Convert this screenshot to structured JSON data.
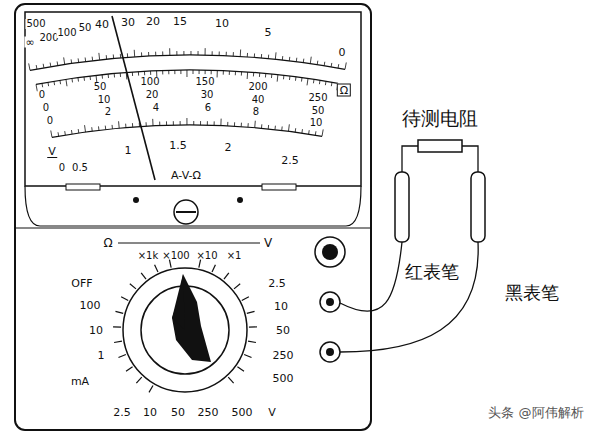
{
  "diagram": {
    "labels": [
      "500",
      "∞",
      "200",
      "100",
      "50",
      "40",
      "30",
      "20",
      "15",
      "10",
      "5",
      "0",
      "Ω",
      "0",
      "50",
      "100",
      "150",
      "200",
      "250",
      "0",
      "10",
      "20",
      "30",
      "40",
      "50",
      "0",
      "2",
      "4",
      "6",
      "8",
      "10",
      "V",
      "0",
      "0.5",
      "1",
      "1.5",
      "2",
      "2.5",
      "A-V-Ω",
      "Ω",
      "V",
      "×1k",
      "×100",
      "×10",
      "×1",
      "OFF",
      "100",
      "10",
      "1",
      "mA",
      "2.5",
      "10",
      "50",
      "250",
      "500",
      "2.5",
      "10",
      "50",
      "250",
      "500",
      "V",
      "待测电阻",
      "红表笔",
      "黑表笔",
      "头条 @阿伟解析"
    ]
  }
}
